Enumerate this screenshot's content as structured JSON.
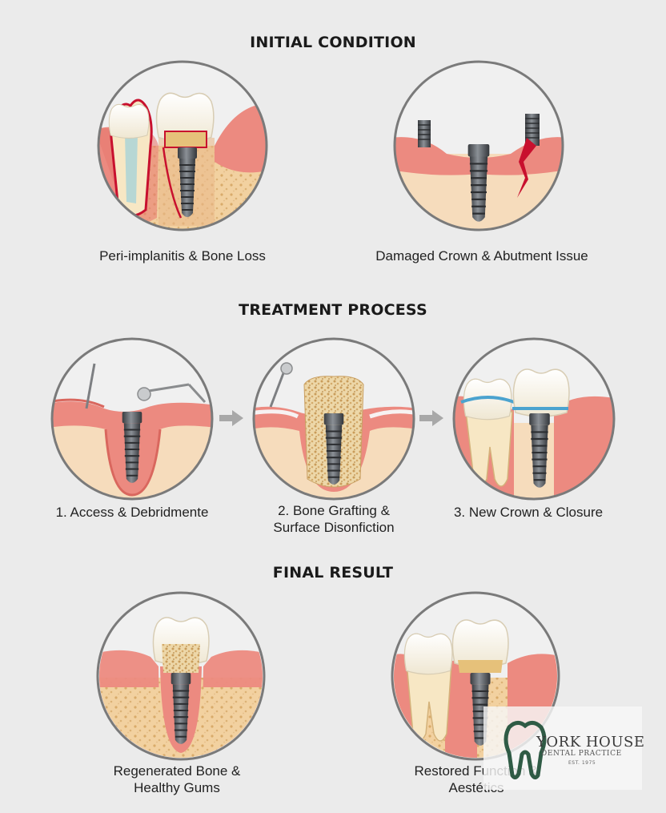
{
  "sections": {
    "initial": "INITIAL CONDITION",
    "treatment": "TREATMENT PROCESS",
    "final": "FINAL RESULT"
  },
  "panels": {
    "p1": {
      "caption": [
        "Peri-implanitis & Bone Loss"
      ]
    },
    "p2": {
      "caption": [
        "Damaged Crown & Abutment Issue"
      ]
    },
    "p3": {
      "caption": [
        "1. Access & Debridmente"
      ]
    },
    "p4": {
      "caption": [
        "2. Bone Grafting &",
        "Surface Disonfiction"
      ]
    },
    "p5": {
      "caption": [
        "3. New Crown & Closure"
      ]
    },
    "p6": {
      "caption": [
        "Regenerated Bone &",
        "Healthy Gums"
      ]
    },
    "p7": {
      "caption": [
        "Restored Function &",
        "Aestétics"
      ]
    }
  },
  "logo": {
    "name": "YORK HOUSE",
    "subtitle": "DENTAL PRACTICE",
    "established": "EST. 1975"
  },
  "colors": {
    "background": "#ebebeb",
    "gum": "#ec8a80",
    "gum_dark": "#d9675e",
    "bone": "#f5d9b4",
    "implant": "#55595e",
    "crown": "#fbf8ee",
    "circle_border": "#7a7a7a"
  }
}
